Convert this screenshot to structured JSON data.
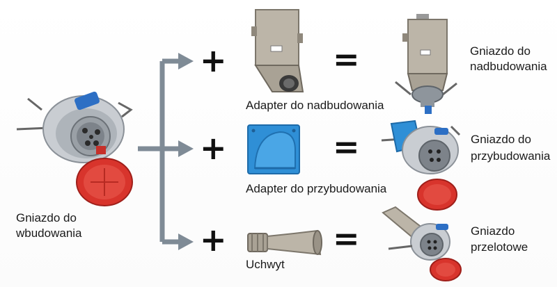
{
  "source": {
    "label_line1": "Gniazdo do",
    "label_line2": "wbudowania"
  },
  "operator_plus": "+",
  "operator_equals": "=",
  "rows": [
    {
      "adapter_label": "Adapter do nadbudowania",
      "result_line1": "Gniazdo do",
      "result_line2": "nadbudowania"
    },
    {
      "adapter_label": "Adapter do przybudowania",
      "result_line1": "Gniazdo do",
      "result_line2": "przybudowania"
    },
    {
      "adapter_label": "Uchwyt",
      "result_line1": "Gniazdo",
      "result_line2": "przelotowe"
    }
  ],
  "colors": {
    "arrow": "#7f8b96",
    "socket_red": "#d8342c",
    "socket_blue": "#2d6fc4",
    "adapter_blue": "#2f8fd6",
    "steel": "#b9b2a6"
  }
}
